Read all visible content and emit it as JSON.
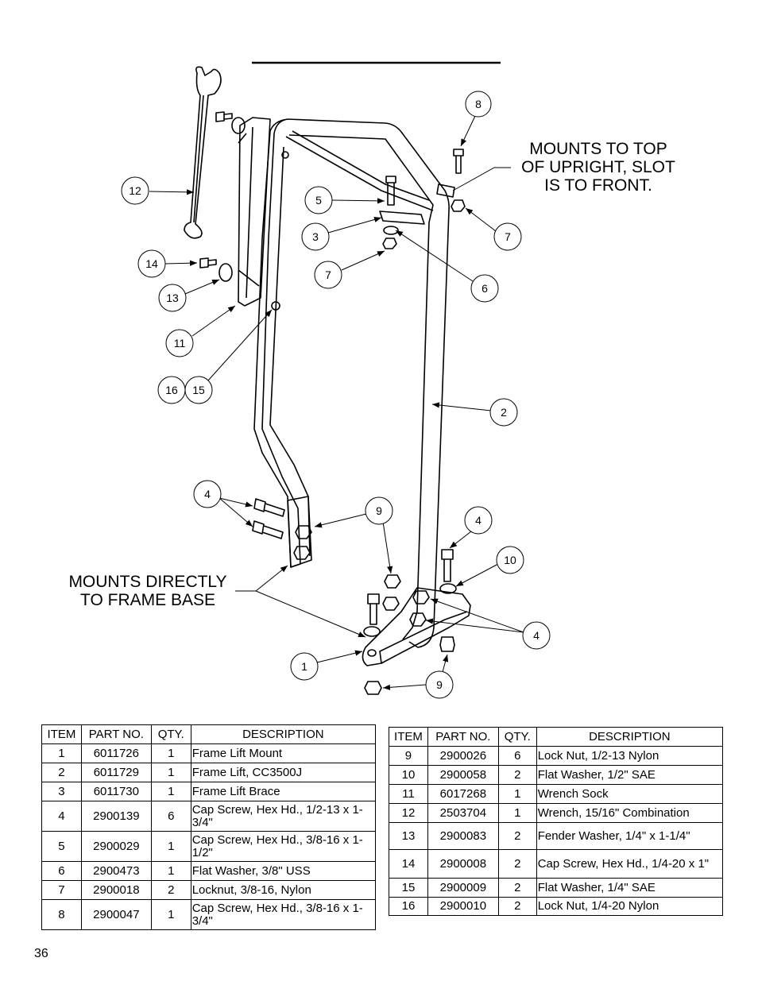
{
  "page_number": "36",
  "notes": {
    "top_mount": "MOUNTS TO TOP\nOF UPRIGHT, SLOT\nIS TO FRONT.",
    "base_mount": "MOUNTS DIRECTLY\nTO FRAME BASE"
  },
  "callouts": [
    "8",
    "12",
    "5",
    "3",
    "7",
    "7",
    "6",
    "14",
    "13",
    "11",
    "16",
    "15",
    "2",
    "4",
    "9",
    "4",
    "10",
    "4",
    "1",
    "9"
  ],
  "headers": [
    "ITEM",
    "PART NO.",
    "QTY.",
    "DESCRIPTION"
  ],
  "table_left": [
    {
      "item": "1",
      "part": "6011726",
      "qty": "1",
      "desc": "Frame Lift Mount"
    },
    {
      "item": "2",
      "part": "6011729",
      "qty": "1",
      "desc": "Frame Lift, CC3500J"
    },
    {
      "item": "3",
      "part": "6011730",
      "qty": "1",
      "desc": "Frame Lift Brace"
    },
    {
      "item": "4",
      "part": "2900139",
      "qty": "6",
      "desc": "Cap Screw, Hex Hd., 1/2-13 x 1-3/4\""
    },
    {
      "item": "5",
      "part": "2900029",
      "qty": "1",
      "desc": "Cap Screw, Hex Hd., 3/8-16 x 1-1/2\""
    },
    {
      "item": "6",
      "part": "2900473",
      "qty": "1",
      "desc": "Flat Washer, 3/8\" USS"
    },
    {
      "item": "7",
      "part": "2900018",
      "qty": "2",
      "desc": "Locknut, 3/8-16, Nylon"
    },
    {
      "item": "8",
      "part": "2900047",
      "qty": "1",
      "desc": "Cap Screw, Hex Hd., 3/8-16 x 1-3/4\""
    }
  ],
  "table_right": [
    {
      "item": "9",
      "part": "2900026",
      "qty": "6",
      "desc": "Lock Nut, 1/2-13 Nylon"
    },
    {
      "item": "10",
      "part": "2900058",
      "qty": "2",
      "desc": "Flat Washer, 1/2\" SAE"
    },
    {
      "item": "11",
      "part": "6017268",
      "qty": "1",
      "desc": "Wrench Sock"
    },
    {
      "item": "12",
      "part": "2503704",
      "qty": "1",
      "desc": "Wrench, 15/16\" Combination"
    },
    {
      "item": "13",
      "part": "2900083",
      "qty": "2",
      "desc": "Fender Washer, 1/4\" x 1-1/4\""
    },
    {
      "item": "14",
      "part": "2900008",
      "qty": "2",
      "desc": "Cap Screw, Hex Hd., 1/4-20 x 1\""
    },
    {
      "item": "15",
      "part": "2900009",
      "qty": "2",
      "desc": "Flat Washer, 1/4\" SAE"
    },
    {
      "item": "16",
      "part": "2900010",
      "qty": "2",
      "desc": "Lock Nut, 1/4-20 Nylon"
    }
  ]
}
